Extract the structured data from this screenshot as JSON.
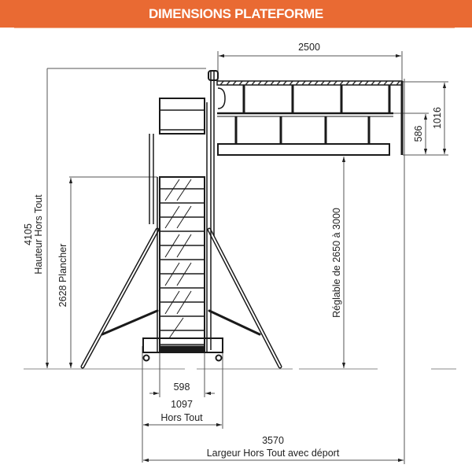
{
  "header": {
    "title": "DIMENSIONS PLATEFORME",
    "background_color": "#e96a33",
    "text_color": "#ffffff"
  },
  "dimensions": {
    "platform_length": "2500",
    "guardrail_total_height": "1016",
    "guardrail_mid_height": "586",
    "overall_height_value": "4105",
    "overall_height_label": "Hauteur Hors Tout",
    "floor_height": "2628 Plancher",
    "adjustable_range": "Réglable de 2650 à 3000",
    "inner_width": "598",
    "base_width_value": "1097",
    "base_width_label": "Hors Tout",
    "total_width_value": "3570",
    "total_width_label": "Largeur Hors Tout avec déport"
  },
  "colors": {
    "line": "#333333",
    "dim_line": "#555555",
    "structure": "#1a1a1a"
  }
}
